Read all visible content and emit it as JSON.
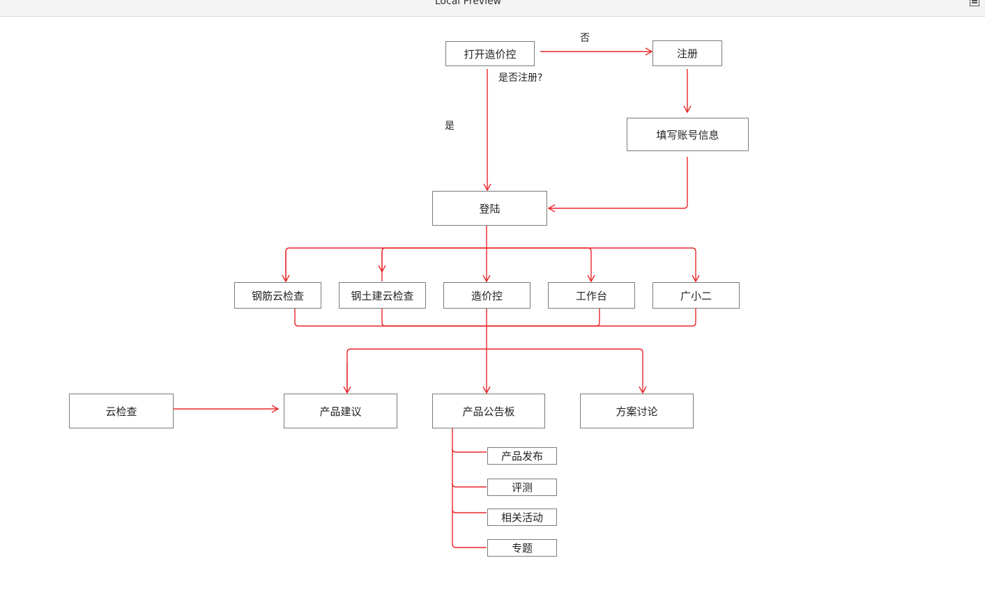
{
  "window": {
    "title": "Local Preview",
    "menu_icon": "document-list-icon"
  },
  "colors": {
    "connector": "#e8262a",
    "node_border": "#7a7a7a",
    "text": "#222222"
  },
  "nodes": {
    "open_app": "打开造价控",
    "register": "注册",
    "fill_account": "填写账号信息",
    "login": "登陆",
    "rebar_cloud_check": "钢筋云检查",
    "civil_cloud_check": "钢土建云检查",
    "cost_control": "造价控",
    "workbench": "工作台",
    "guang_xiao_er": "广小二",
    "cloud_check": "云检查",
    "product_suggestion": "产品建议",
    "product_board": "产品公告板",
    "solution_discussion": "方案讨论",
    "product_release": "产品发布",
    "evaluation": "评测",
    "related_activities": "相关活动",
    "topic": "专题"
  },
  "edge_labels": {
    "no": "否",
    "is_registered": "是否注册?",
    "yes": "是"
  }
}
